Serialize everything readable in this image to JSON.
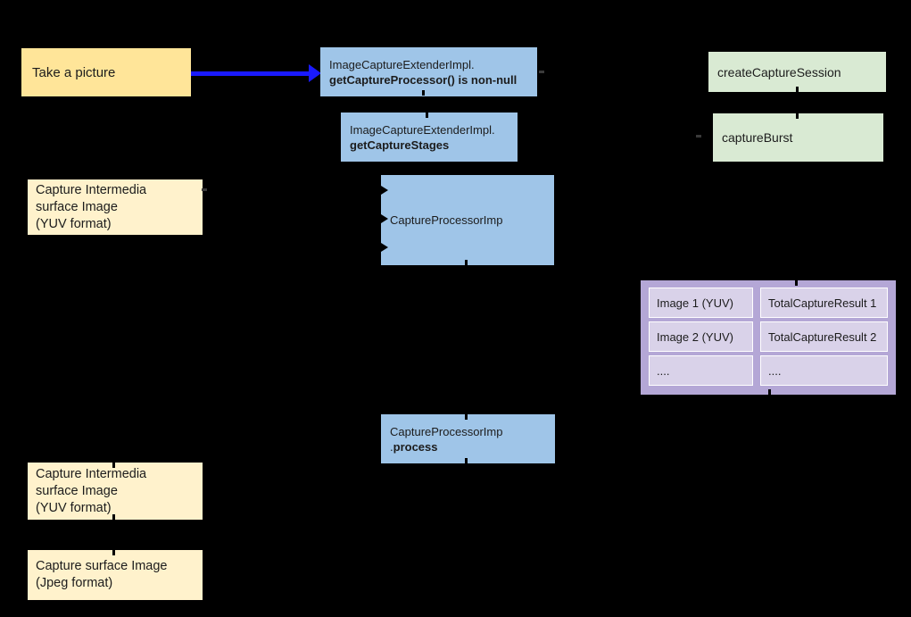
{
  "diagram": {
    "take_picture": {
      "label": "Take a picture"
    },
    "image_capture_extender_processor": {
      "line1": "ImageCaptureExtenderImpl.",
      "line2_bold": "getCaptureProcessor() is non-null"
    },
    "image_capture_extender_stages": {
      "line1": "ImageCaptureExtenderImpl.",
      "line2_bold": "getCaptureStages"
    },
    "capture_intermedia_top": {
      "line1": "Capture Intermedia",
      "line2": "surface Image",
      "line3": "(YUV format)"
    },
    "capture_processor": {
      "label": "CaptureProcessorImp"
    },
    "create_capture_session": {
      "label": "createCaptureSession"
    },
    "capture_burst": {
      "label": "captureBurst"
    },
    "results_table": {
      "rows": [
        {
          "image": "Image 1 (YUV)",
          "result": "TotalCaptureResult 1"
        },
        {
          "image": "Image 2 (YUV)",
          "result": "TotalCaptureResult 2"
        },
        {
          "image": "....",
          "result": "...."
        }
      ]
    },
    "capture_processor_process": {
      "line1": "CaptureProcessorImp",
      "line2_prefix": ".",
      "line2_bold": "process"
    },
    "capture_intermedia_bottom": {
      "line1": "Capture Intermedia",
      "line2": "surface Image",
      "line3": "(YUV format)"
    },
    "capture_surface_jpeg": {
      "line1": "Capture surface Image",
      "line2": "(Jpeg format)"
    }
  },
  "colors": {
    "background": "#000000",
    "arrow_blue": "#1a1aff",
    "box_yellow_dark": "#ffe599",
    "box_yellow_light": "#fff2cc",
    "box_blue": "#9fc5e8",
    "box_green": "#d9ead3",
    "table_purple": "#b4a7d6",
    "cell_purple": "#d9d2e9",
    "text": "#1c1c1c"
  }
}
